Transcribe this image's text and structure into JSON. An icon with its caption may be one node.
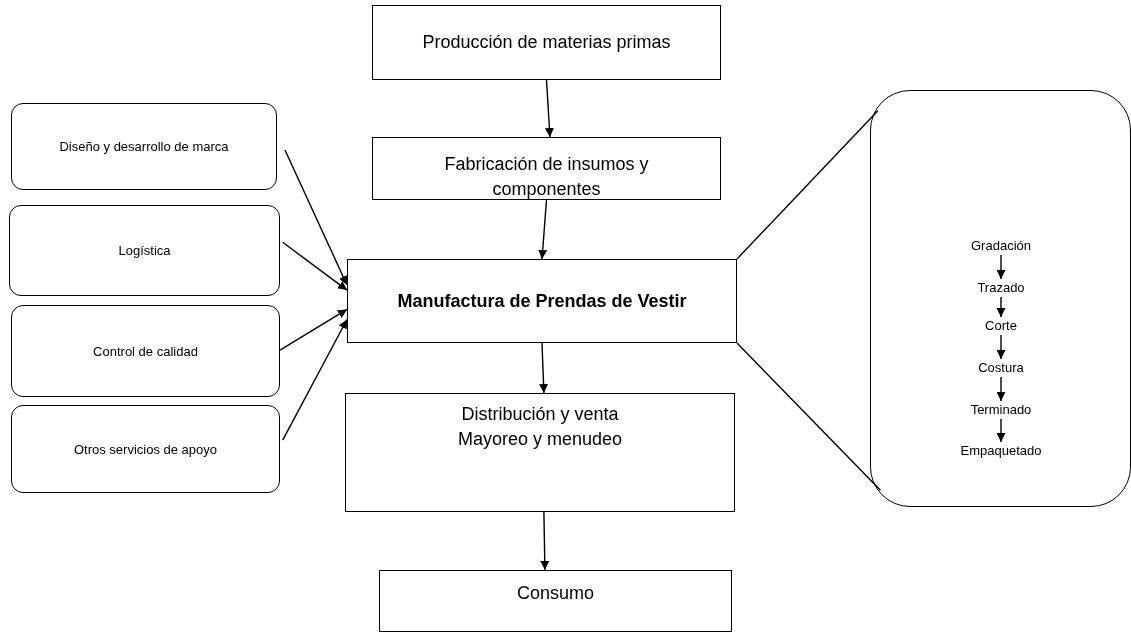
{
  "diagram": {
    "nodes": [
      {
        "text": [
          "Producción de materias primas"
        ]
      },
      {
        "text": [
          "Fabricación de insumos y componentes"
        ]
      },
      {
        "text": [
          "Manufactura de Prendas de Vestir"
        ]
      },
      {
        "text": [
          "Distribución y venta",
          "Mayoreo y menudeo"
        ]
      },
      {
        "text": [
          "Consumo"
        ]
      },
      {
        "text": [
          "Diseño y desarrollo de marca"
        ]
      },
      {
        "text": [
          "Logística"
        ]
      },
      {
        "text": [
          "Control de calidad"
        ]
      },
      {
        "text": [
          "Otros servicios de apoyo"
        ]
      },
      {
        "text": [],
        "shape": "box"
      },
      {
        "text": [
          "Gradación"
        ],
        "in": 9
      },
      {
        "text": [
          "Trazado"
        ],
        "in": 9
      },
      {
        "text": [
          "Corte"
        ],
        "in": 9
      },
      {
        "text": [
          "Costura"
        ],
        "in": 9
      },
      {
        "text": [
          "Terminado"
        ],
        "in": 9
      },
      {
        "text": [
          "Empaquetado"
        ],
        "in": 9
      }
    ],
    "edges": [
      {
        "from": 0,
        "to": 1,
        "arrow": "to"
      },
      {
        "from": 1,
        "to": 2,
        "arrow": "to"
      },
      {
        "from": 2,
        "to": 3,
        "arrow": "to"
      },
      {
        "from": 3,
        "to": 4,
        "arrow": "to"
      },
      {
        "from": 5,
        "to": 2,
        "arrow": "to"
      },
      {
        "from": 6,
        "to": 2,
        "arrow": "to"
      },
      {
        "from": 7,
        "to": 2,
        "arrow": "to"
      },
      {
        "from": 8,
        "to": 2,
        "arrow": "to"
      },
      {
        "from": 2,
        "to": 9,
        "arrow": "none"
      },
      {
        "from": 2,
        "to": 9,
        "arrow": "none"
      },
      {
        "from": 10,
        "to": 11,
        "arrow": "to"
      },
      {
        "from": 11,
        "to": 12,
        "arrow": "to"
      },
      {
        "from": 12,
        "to": 13,
        "arrow": "to"
      },
      {
        "from": 13,
        "to": 14,
        "arrow": "to"
      },
      {
        "from": 14,
        "to": 15,
        "arrow": "to"
      }
    ]
  }
}
